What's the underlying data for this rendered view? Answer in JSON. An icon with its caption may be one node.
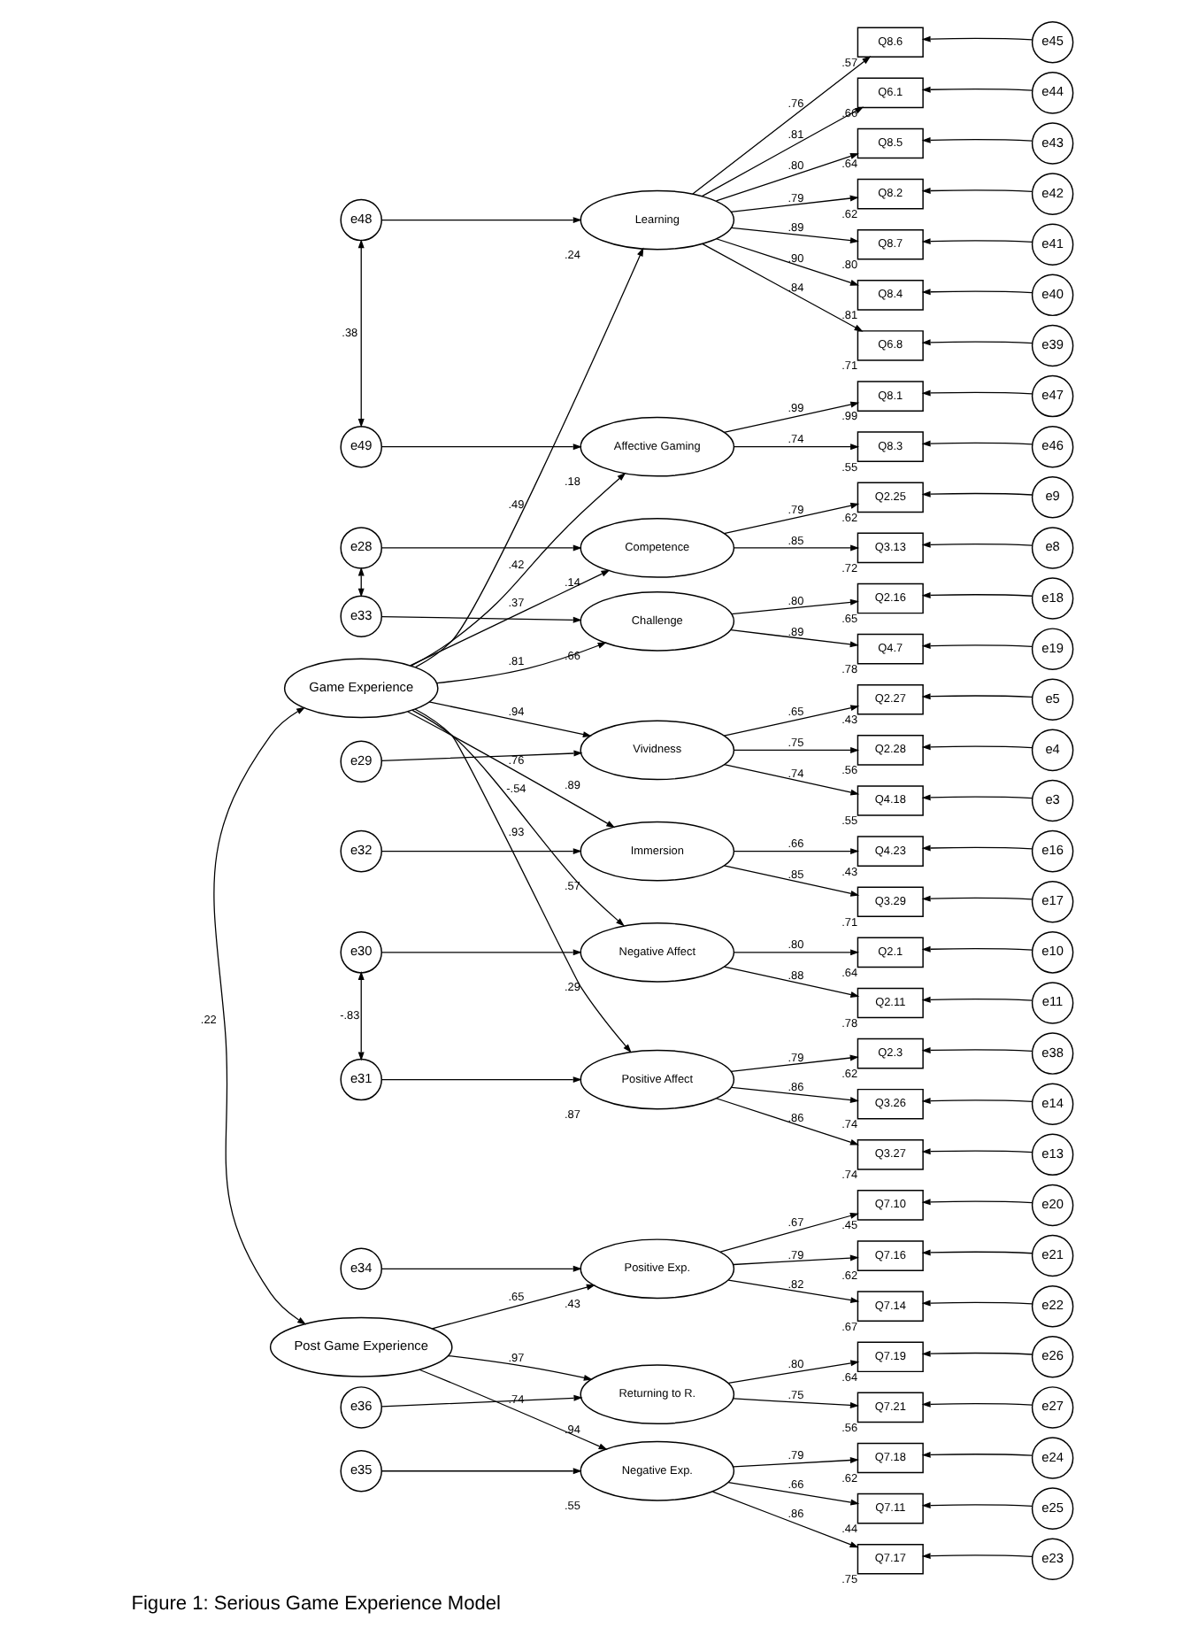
{
  "diagram": {
    "caption": "Figure 1: Serious Game Experience Model",
    "nodes": [
      {
        "text": [
          "e49"
        ]
      },
      {
        "text": [
          "Affective Gaming"
        ],
        "beside": [
          ".18"
        ]
      },
      {
        "text": [
          "e47"
        ]
      },
      {
        "text": [
          "Q8.1"
        ],
        "beside": [
          ".99"
        ]
      },
      {
        "text": [
          "e46"
        ]
      },
      {
        "text": [
          "Q8.3"
        ],
        "beside": [
          ".55"
        ]
      },
      {
        "text": [
          "e48"
        ]
      },
      {
        "text": [
          "Learning"
        ],
        "beside": [
          ".24"
        ]
      },
      {
        "text": [
          "e45"
        ]
      },
      {
        "text": [
          "Q8.6"
        ],
        "beside": [
          ".57"
        ]
      },
      {
        "text": [
          "e44"
        ]
      },
      {
        "text": [
          "Q6.1"
        ],
        "beside": [
          ".66"
        ]
      },
      {
        "text": [
          "e43"
        ]
      },
      {
        "text": [
          "Q8.5"
        ],
        "beside": [
          ".64"
        ]
      },
      {
        "text": [
          "e42"
        ]
      },
      {
        "text": [
          "Q8.2"
        ],
        "beside": [
          ".62"
        ]
      },
      {
        "text": [
          "e41"
        ]
      },
      {
        "text": [
          "Q8.7"
        ],
        "beside": [
          ".80"
        ]
      },
      {
        "text": [
          "e40"
        ]
      },
      {
        "text": [
          "Q8.4"
        ],
        "beside": [
          ".81"
        ]
      },
      {
        "text": [
          "e39"
        ]
      },
      {
        "text": [
          "Q6.8"
        ],
        "beside": [
          ".71"
        ]
      },
      {
        "text": [
          "e28"
        ]
      },
      {
        "text": [
          "Competence"
        ],
        "beside": [
          ".14"
        ]
      },
      {
        "text": [
          "e9"
        ]
      },
      {
        "text": [
          "Q2.25"
        ],
        "beside": [
          ".62"
        ]
      },
      {
        "text": [
          "e8"
        ]
      },
      {
        "text": [
          "Q3.13"
        ],
        "beside": [
          ".72"
        ]
      },
      {
        "text": [
          "e29"
        ]
      },
      {
        "text": [
          "Vividness"
        ],
        "beside": [
          ".89"
        ]
      },
      {
        "text": [
          "e5"
        ]
      },
      {
        "text": [
          "Q2.27"
        ],
        "beside": [
          ".43"
        ]
      },
      {
        "text": [
          "e4"
        ]
      },
      {
        "text": [
          "Q2.28"
        ],
        "beside": [
          ".56"
        ]
      },
      {
        "text": [
          "e3"
        ]
      },
      {
        "text": [
          "Q4.18"
        ],
        "beside": [
          ".55"
        ]
      },
      {
        "text": [
          "e30"
        ]
      },
      {
        "text": [
          "Negative Affect"
        ],
        "beside": [
          ".29"
        ]
      },
      {
        "text": [
          "e11"
        ]
      },
      {
        "text": [
          "Q2.11"
        ],
        "beside": [
          ".78"
        ]
      },
      {
        "text": [
          "e10"
        ]
      },
      {
        "text": [
          "Q2.1"
        ],
        "beside": [
          ".64"
        ]
      },
      {
        "text": [
          "e31"
        ]
      },
      {
        "text": [
          "Positive Affect"
        ],
        "beside": [
          ".87"
        ]
      },
      {
        "text": [
          "e14"
        ]
      },
      {
        "text": [
          "Q3.26"
        ],
        "beside": [
          ".74"
        ]
      },
      {
        "text": [
          "e13"
        ]
      },
      {
        "text": [
          "Q3.27"
        ],
        "beside": [
          ".74"
        ]
      },
      {
        "text": [
          "e38"
        ]
      },
      {
        "text": [
          "Q2.3"
        ],
        "beside": [
          ".62"
        ]
      },
      {
        "text": [
          "e32"
        ]
      },
      {
        "text": [
          "Immersion"
        ],
        "beside": [
          ".57"
        ]
      },
      {
        "text": [
          "e17"
        ]
      },
      {
        "text": [
          "Q3.29"
        ],
        "beside": [
          ".71"
        ]
      },
      {
        "text": [
          "e16"
        ]
      },
      {
        "text": [
          "Q4.23"
        ],
        "beside": [
          ".43"
        ]
      },
      {
        "text": [
          "e33"
        ]
      },
      {
        "text": [
          "Challenge"
        ],
        "beside": [
          ".66"
        ]
      },
      {
        "text": [
          "e19"
        ]
      },
      {
        "text": [
          "Q4.7"
        ],
        "beside": [
          ".78"
        ]
      },
      {
        "text": [
          "e18"
        ]
      },
      {
        "text": [
          "Q2.16"
        ],
        "beside": [
          ".65"
        ]
      },
      {
        "text": [
          "Game Experience"
        ]
      },
      {
        "text": [
          "Post Game Experience"
        ]
      },
      {
        "text": [
          "e34"
        ]
      },
      {
        "text": [
          "Positive Exp."
        ],
        "beside": [
          ".43"
        ]
      },
      {
        "text": [
          "Q7.10"
        ],
        "beside": [
          ".45"
        ]
      },
      {
        "text": [
          "e20"
        ]
      },
      {
        "text": [
          "Q7.16"
        ],
        "beside": [
          ".62"
        ]
      },
      {
        "text": [
          "e21"
        ]
      },
      {
        "text": [
          "Q7.14"
        ],
        "beside": [
          ".67"
        ]
      },
      {
        "text": [
          "e22"
        ]
      },
      {
        "text": [
          "e35"
        ]
      },
      {
        "text": [
          "Negative Exp."
        ],
        "beside": [
          ".55"
        ]
      },
      {
        "text": [
          "Q7.17"
        ],
        "beside": [
          ".75"
        ]
      },
      {
        "text": [
          "e23"
        ]
      },
      {
        "text": [
          "Q7.18"
        ],
        "beside": [
          ".62"
        ]
      },
      {
        "text": [
          "e24"
        ]
      },
      {
        "text": [
          "Q7.11"
        ],
        "beside": [
          ".44"
        ]
      },
      {
        "text": [
          "e25"
        ]
      },
      {
        "text": [
          "e36"
        ]
      },
      {
        "text": [
          "Returning to R."
        ],
        "beside": [
          ".94"
        ]
      },
      {
        "text": [
          "Q7.19"
        ],
        "beside": [
          ".64"
        ]
      },
      {
        "text": [
          "e26"
        ]
      },
      {
        "text": [
          "Q7.21"
        ],
        "beside": [
          ".56"
        ]
      },
      {
        "text": [
          "e27"
        ]
      }
    ],
    "edges": [
      {
        "from": 62,
        "to": 1,
        "arrow": "to",
        "label": ".42"
      },
      {
        "from": 62,
        "to": 7,
        "arrow": "to",
        "label": ".49"
      },
      {
        "from": 62,
        "to": 23,
        "arrow": "to",
        "label": ".37"
      },
      {
        "from": 62,
        "to": 29,
        "arrow": "to",
        "label": ".94"
      },
      {
        "from": 62,
        "to": 37,
        "arrow": "to",
        "label": "-.54"
      },
      {
        "from": 62,
        "to": 43,
        "arrow": "to",
        "label": ".93"
      },
      {
        "from": 62,
        "to": 51,
        "arrow": "to",
        "label": ".76"
      },
      {
        "from": 62,
        "to": 57,
        "arrow": "to",
        "label": ".81"
      },
      {
        "from": 0,
        "to": 1,
        "arrow": "to"
      },
      {
        "from": 1,
        "to": 3,
        "arrow": "to",
        "label": ".99"
      },
      {
        "from": 1,
        "to": 5,
        "arrow": "to",
        "label": ".74"
      },
      {
        "from": 2,
        "to": 3,
        "arrow": "to"
      },
      {
        "from": 4,
        "to": 5,
        "arrow": "to"
      },
      {
        "from": 0,
        "to": 6,
        "arrow": "both",
        "label": ".38"
      },
      {
        "from": 6,
        "to": 7,
        "arrow": "to"
      },
      {
        "from": 7,
        "to": 9,
        "arrow": "to",
        "label": ".76"
      },
      {
        "from": 7,
        "to": 11,
        "arrow": "to",
        "label": ".81"
      },
      {
        "from": 7,
        "to": 13,
        "arrow": "to",
        "label": ".80"
      },
      {
        "from": 7,
        "to": 15,
        "arrow": "to",
        "label": ".79"
      },
      {
        "from": 7,
        "to": 17,
        "arrow": "to",
        "label": ".89"
      },
      {
        "from": 7,
        "to": 19,
        "arrow": "to",
        "label": ".90"
      },
      {
        "from": 7,
        "to": 21,
        "arrow": "to",
        "label": ".84"
      },
      {
        "from": 8,
        "to": 9,
        "arrow": "to"
      },
      {
        "from": 10,
        "to": 11,
        "arrow": "to"
      },
      {
        "from": 12,
        "to": 13,
        "arrow": "to"
      },
      {
        "from": 14,
        "to": 15,
        "arrow": "to"
      },
      {
        "from": 16,
        "to": 17,
        "arrow": "to"
      },
      {
        "from": 18,
        "to": 19,
        "arrow": "to"
      },
      {
        "from": 20,
        "to": 21,
        "arrow": "to"
      },
      {
        "from": 22,
        "to": 23,
        "arrow": "to"
      },
      {
        "from": 23,
        "to": 25,
        "arrow": "to",
        "label": ".79"
      },
      {
        "from": 23,
        "to": 27,
        "arrow": "to",
        "label": ".85"
      },
      {
        "from": 24,
        "to": 25,
        "arrow": "to"
      },
      {
        "from": 26,
        "to": 27,
        "arrow": "to"
      },
      {
        "from": 22,
        "to": 56,
        "arrow": "both"
      },
      {
        "from": 28,
        "to": 29,
        "arrow": "to"
      },
      {
        "from": 29,
        "to": 31,
        "arrow": "to",
        "label": ".65"
      },
      {
        "from": 29,
        "to": 33,
        "arrow": "to",
        "label": ".75"
      },
      {
        "from": 29,
        "to": 35,
        "arrow": "to",
        "label": ".74"
      },
      {
        "from": 30,
        "to": 31,
        "arrow": "to"
      },
      {
        "from": 32,
        "to": 33,
        "arrow": "to"
      },
      {
        "from": 34,
        "to": 35,
        "arrow": "to"
      },
      {
        "from": 36,
        "to": 37,
        "arrow": "to"
      },
      {
        "from": 37,
        "to": 39,
        "arrow": "to",
        "label": ".88"
      },
      {
        "from": 37,
        "to": 41,
        "arrow": "to",
        "label": ".80"
      },
      {
        "from": 38,
        "to": 39,
        "arrow": "to"
      },
      {
        "from": 40,
        "to": 41,
        "arrow": "to"
      },
      {
        "from": 36,
        "to": 42,
        "arrow": "both",
        "label": "-.83"
      },
      {
        "from": 42,
        "to": 43,
        "arrow": "to"
      },
      {
        "from": 43,
        "to": 45,
        "arrow": "to",
        "label": ".86"
      },
      {
        "from": 43,
        "to": 47,
        "arrow": "to",
        "label": ".86"
      },
      {
        "from": 43,
        "to": 49,
        "arrow": "to",
        "label": ".79"
      },
      {
        "from": 44,
        "to": 45,
        "arrow": "to"
      },
      {
        "from": 46,
        "to": 47,
        "arrow": "to"
      },
      {
        "from": 48,
        "to": 49,
        "arrow": "to"
      },
      {
        "from": 50,
        "to": 51,
        "arrow": "to"
      },
      {
        "from": 51,
        "to": 53,
        "arrow": "to",
        "label": ".85"
      },
      {
        "from": 51,
        "to": 55,
        "arrow": "to",
        "label": ".66"
      },
      {
        "from": 52,
        "to": 53,
        "arrow": "to"
      },
      {
        "from": 54,
        "to": 55,
        "arrow": "to"
      },
      {
        "from": 56,
        "to": 57,
        "arrow": "to"
      },
      {
        "from": 57,
        "to": 59,
        "arrow": "to",
        "label": ".89"
      },
      {
        "from": 57,
        "to": 61,
        "arrow": "to",
        "label": ".80"
      },
      {
        "from": 58,
        "to": 59,
        "arrow": "to"
      },
      {
        "from": 60,
        "to": 61,
        "arrow": "to"
      },
      {
        "from": 62,
        "to": 63,
        "arrow": "both",
        "label": ".22"
      },
      {
        "from": 63,
        "to": 65,
        "arrow": "to",
        "label": ".65"
      },
      {
        "from": 63,
        "to": 73,
        "arrow": "to",
        "label": ".74"
      },
      {
        "from": 63,
        "to": 81,
        "arrow": "to",
        "label": ".97"
      },
      {
        "from": 64,
        "to": 65,
        "arrow": "to"
      },
      {
        "from": 65,
        "to": 66,
        "arrow": "to",
        "label": ".67"
      },
      {
        "from": 65,
        "to": 68,
        "arrow": "to",
        "label": ".79"
      },
      {
        "from": 65,
        "to": 70,
        "arrow": "to",
        "label": ".82"
      },
      {
        "from": 67,
        "to": 66,
        "arrow": "to"
      },
      {
        "from": 69,
        "to": 68,
        "arrow": "to"
      },
      {
        "from": 71,
        "to": 70,
        "arrow": "to"
      },
      {
        "from": 72,
        "to": 73,
        "arrow": "to"
      },
      {
        "from": 73,
        "to": 74,
        "arrow": "to",
        "label": ".86"
      },
      {
        "from": 73,
        "to": 76,
        "arrow": "to",
        "label": ".79"
      },
      {
        "from": 73,
        "to": 78,
        "arrow": "to",
        "label": ".66"
      },
      {
        "from": 75,
        "to": 74,
        "arrow": "to"
      },
      {
        "from": 77,
        "to": 76,
        "arrow": "to"
      },
      {
        "from": 79,
        "to": 78,
        "arrow": "to"
      },
      {
        "from": 80,
        "to": 81,
        "arrow": "to"
      },
      {
        "from": 81,
        "to": 82,
        "arrow": "to",
        "label": ".80"
      },
      {
        "from": 81,
        "to": 84,
        "arrow": "to",
        "label": ".75"
      },
      {
        "from": 83,
        "to": 82,
        "arrow": "to"
      },
      {
        "from": 85,
        "to": 84,
        "arrow": "to"
      }
    ]
  }
}
